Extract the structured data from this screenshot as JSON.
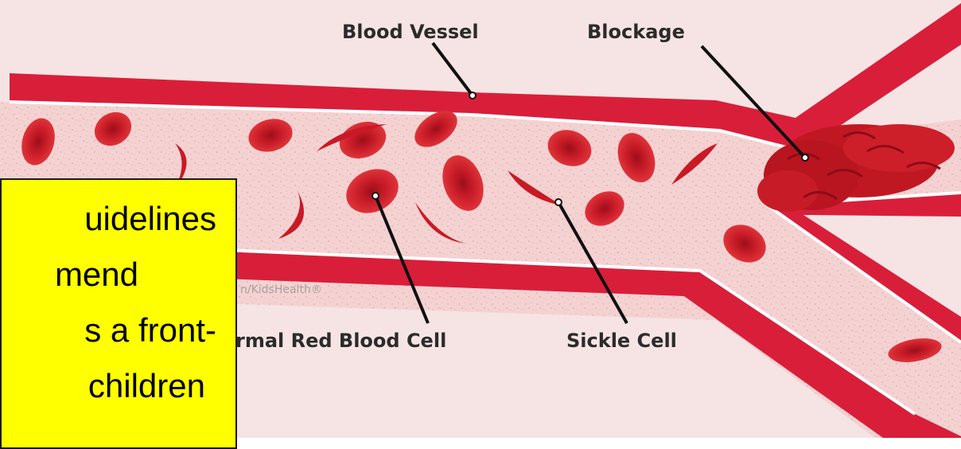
{
  "labels": {
    "blood_vessel": "Blood Vessel",
    "blockage": "Blockage",
    "normal_red_blood_cell": "rmal Red Blood Cell",
    "sickle_cell": "Sickle Cell"
  },
  "credit": "n/KidsHealth®",
  "note": {
    "lines": [
      "uidelines",
      "mend",
      "s a front-",
      "children"
    ]
  },
  "colors": {
    "background": "#f6e4e4",
    "vessel_wall": "#d91e3a",
    "plasma": "#f4d4d4",
    "cell": "#d0202c",
    "note_fill": "#ffff00"
  }
}
